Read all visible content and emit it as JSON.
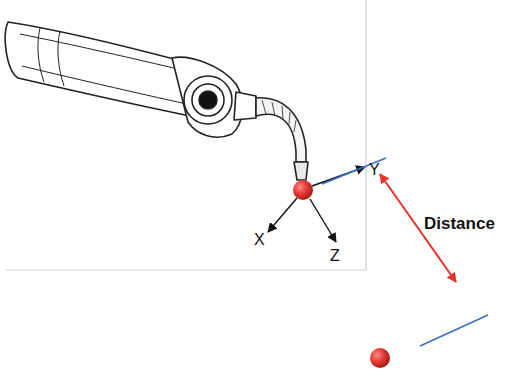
{
  "diagram": {
    "labels": [
      "Y",
      "X",
      "Z",
      "Distance"
    ]
  }
}
